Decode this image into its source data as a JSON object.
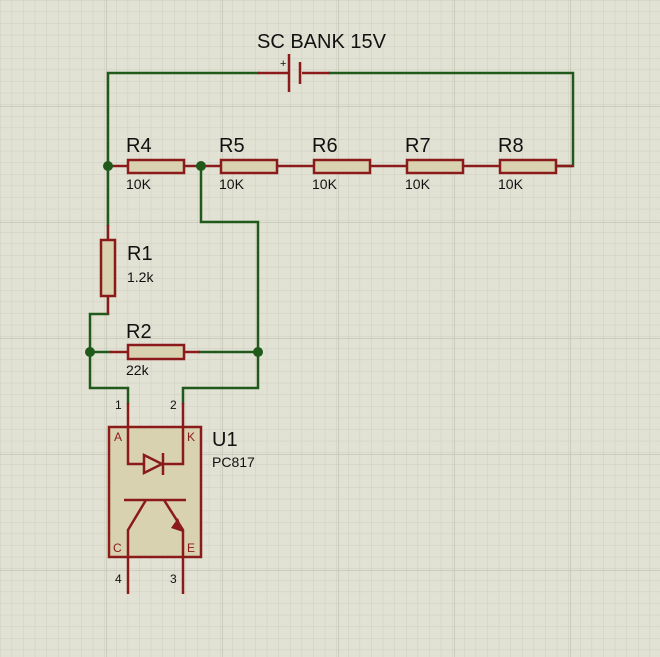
{
  "battery": {
    "label": "SC BANK 15V",
    "plus": "+"
  },
  "resistors": {
    "r4": {
      "ref": "R4",
      "value": "10K"
    },
    "r5": {
      "ref": "R5",
      "value": "10K"
    },
    "r6": {
      "ref": "R6",
      "value": "10K"
    },
    "r7": {
      "ref": "R7",
      "value": "10K"
    },
    "r8": {
      "ref": "R8",
      "value": "10K"
    },
    "r1": {
      "ref": "R1",
      "value": "1.2k"
    },
    "r2": {
      "ref": "R2",
      "value": "22k"
    }
  },
  "u1": {
    "ref": "U1",
    "part": "PC817",
    "pins": {
      "p1": "1",
      "p2": "2",
      "p3": "3",
      "p4": "4"
    },
    "pin_letters": {
      "a": "A",
      "k": "K",
      "c": "C",
      "e": "E"
    }
  },
  "colors": {
    "background": "#e1e1d4",
    "wire": "#1f5a1a",
    "component": "#8b1a1a",
    "body": "#d9d2b0"
  }
}
